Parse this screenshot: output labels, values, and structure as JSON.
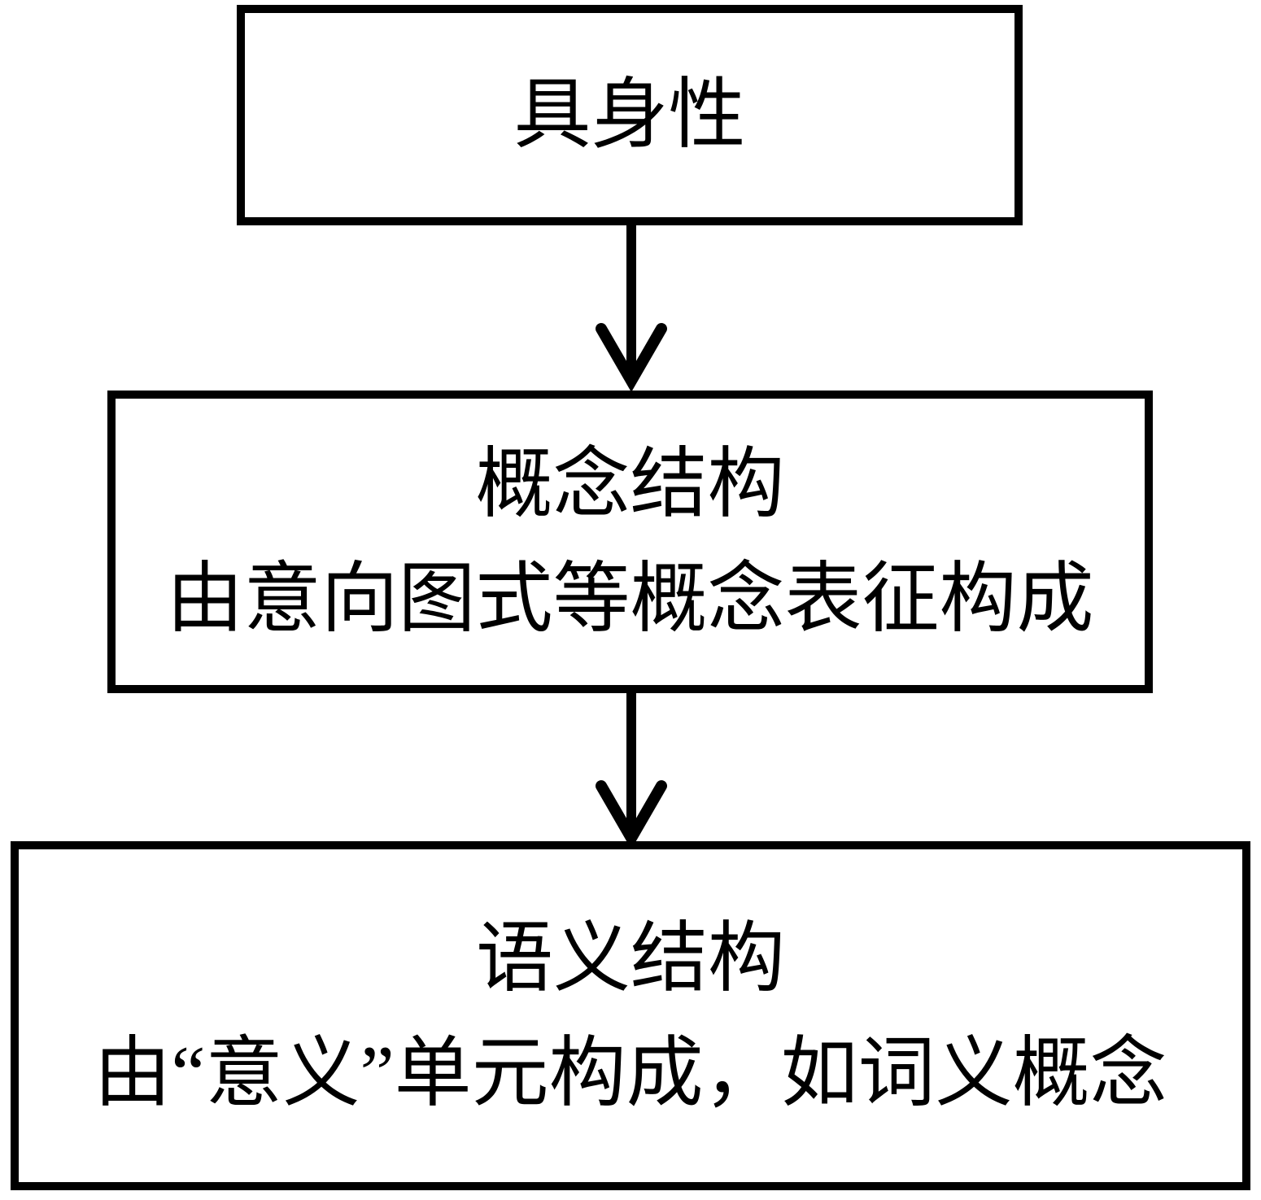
{
  "diagram": {
    "title": "embodiment-to-semantic-structure-flowchart",
    "background_color": "#ffffff",
    "line_color": "#000000",
    "boxes": [
      {
        "id": "embodiment",
        "lines": [
          "具身性"
        ]
      },
      {
        "id": "conceptual-structure",
        "lines": [
          "概念结构",
          "由意向图式等概念表征构成"
        ]
      },
      {
        "id": "semantic-structure",
        "lines": [
          "语义结构",
          "由“意义”单元构成，如词义概念"
        ]
      }
    ],
    "connections": [
      {
        "from": "embodiment",
        "to": "conceptual-structure",
        "type": "arrow-down"
      },
      {
        "from": "conceptual-structure",
        "to": "semantic-structure",
        "type": "arrow-down"
      }
    ]
  }
}
